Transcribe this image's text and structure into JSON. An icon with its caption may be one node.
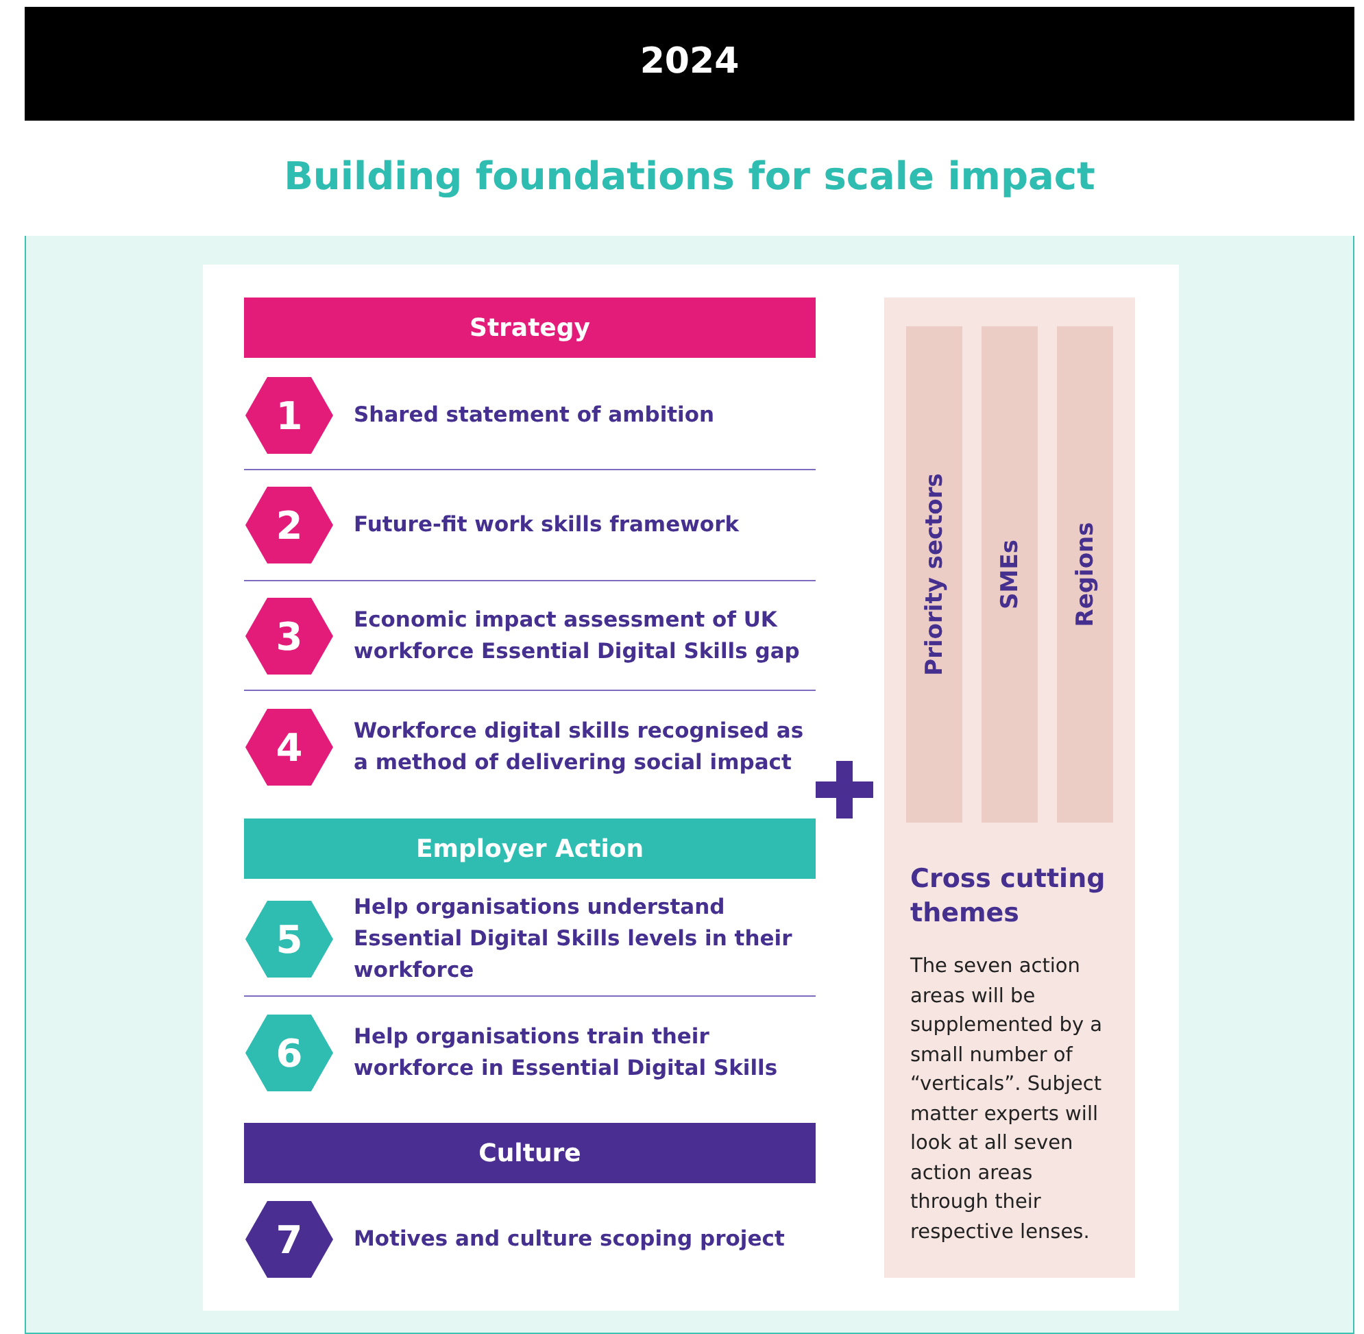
{
  "diagram": {
    "title": "Building foundations for scale impact",
    "nodes": [
      {
        "text": [
          "Strategy"
        ]
      },
      {
        "text": [
          "1"
        ],
        "beside": [
          "Shared statement of ambition"
        ]
      },
      {
        "text": [
          "2"
        ],
        "beside": [
          "Future-fit work skills framework"
        ]
      },
      {
        "text": [
          "3"
        ],
        "beside": [
          "Economic impact assessment of UK workforce Essential Digital Skills gap"
        ]
      },
      {
        "text": [
          "4"
        ],
        "beside": [
          "Workforce digital skills recognised as a method of delivering social impact"
        ]
      },
      {
        "text": [
          "Employer Action"
        ]
      },
      {
        "text": [
          "5"
        ],
        "beside": [
          "Help organisations understand Essential Digital Skills levels in their workforce"
        ]
      },
      {
        "text": [
          "6"
        ],
        "beside": [
          "Help organisations train their workforce in Essential Digital Skills"
        ]
      },
      {
        "text": [
          "Culture"
        ]
      },
      {
        "text": [
          "7"
        ],
        "beside": [
          "Motives and culture scoping project"
        ]
      },
      {
        "text": [
          "Cross cutting themes",
          "The seven action areas will be supplemented by a small number of “verticals”. Subject matter experts will look at all seven action areas through their respective lenses."
        ]
      },
      {
        "text": [
          "Priority sectors"
        ],
        "in": 10
      },
      {
        "text": [
          "SMEs"
        ],
        "in": 10
      },
      {
        "text": [
          "Regions"
        ],
        "in": 10
      }
    ],
    "labels": [
      "2024"
    ]
  }
}
